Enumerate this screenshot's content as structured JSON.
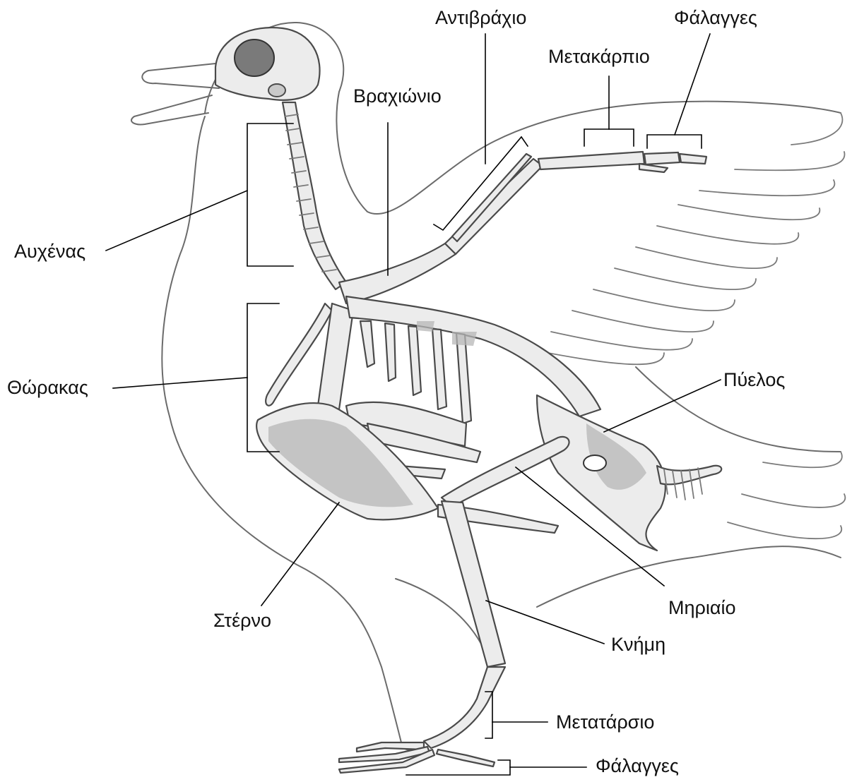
{
  "labels": {
    "neck": "Αυχένας",
    "thorax": "Θώρακας",
    "sternum": "Στέρνο",
    "humerus": "Βραχιώνιο",
    "forearm": "Αντιβράχιο",
    "metacarpus": "Μετακάρπιο",
    "wing_phalanges": "Φάλαγγες",
    "pelvis": "Πύελος",
    "femur": "Μηριαίο",
    "tibia": "Κνήμη",
    "metatarsus": "Μετατάρσιο",
    "foot_phalanges": "Φάλαγγες"
  },
  "colors": {
    "label_text": "#111111",
    "leader_lines": "#000000",
    "body_outline": "#6b6b6b",
    "bone_fill": "#ececec",
    "bone_shading": "#b7b7b7"
  }
}
